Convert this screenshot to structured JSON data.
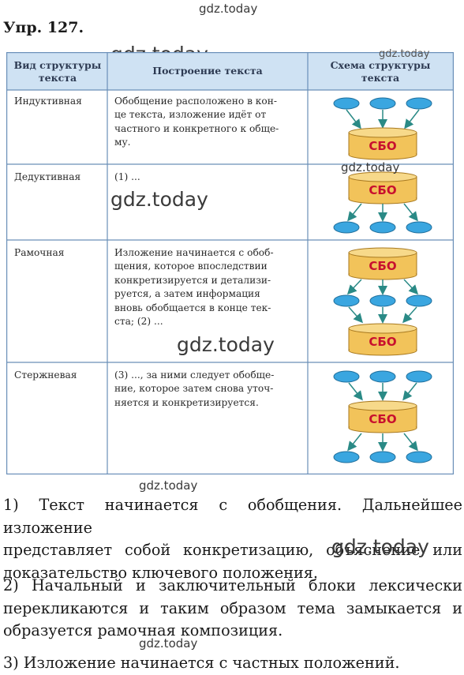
{
  "watermark": "gdz.today",
  "title": "Упр. 127.",
  "table": {
    "headers": [
      "Вид структуры текста",
      "Построение текста",
      "Схема структуры текста"
    ],
    "rows": [
      {
        "type": "Индуктивная",
        "text_lines": [
          "Обобщение расположено в кон-",
          "це текста, изложение идёт от",
          "частного и конкретного к обще-",
          "му."
        ]
      },
      {
        "type": "Дедуктивная",
        "text_lines": [
          "(1) ..."
        ]
      },
      {
        "type": "Рамочная",
        "text_lines": [
          "Изложение начинается с обоб-",
          "щения, которое впоследствии",
          "конкретизируется и детализи-",
          "руется, а затем информация",
          "вновь обобщается в конце тек-",
          "ста; (2) ..."
        ]
      },
      {
        "type": "Стержневая",
        "text_lines": [
          "(3) ..., за ними следует обобще-",
          "ние, которое затем снова уточ-",
          "няется и конкретизируется."
        ]
      }
    ],
    "sbo_label": "СБО",
    "colors": {
      "header_bg": "#cfe2f3",
      "border": "#6a8fb8",
      "cylinder": "#f2c35a",
      "ellipse": "#3aa6e0",
      "arrow": "#2a8a86"
    }
  },
  "paragraphs": [
    {
      "lines": [
        "1) Текст начинается с обобщения. Дальнейшее изложение",
        "представляет собой конкретизацию, объяснение или",
        "доказательство ключевого положения."
      ]
    },
    {
      "lines": [
        "2) Начальный и заключительный блоки лексически",
        "перекликаются и таким образом тема замыкается и",
        "образуется рамочная композиция."
      ]
    },
    {
      "lines": [
        "3) Изложение начинается с частных положений."
      ]
    }
  ]
}
